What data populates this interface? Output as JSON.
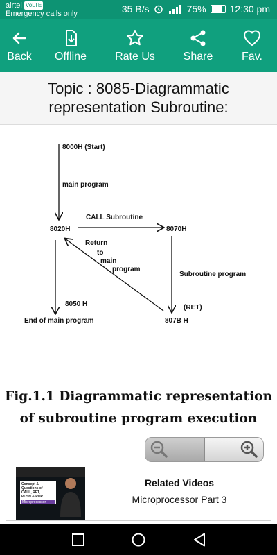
{
  "status": {
    "carrier": "airtel",
    "volte": "VoLTE",
    "emergency": "Emergency calls only",
    "speed": "35 B/s",
    "battery": "75%",
    "time": "12:30 pm"
  },
  "toolbar": {
    "back": "Back",
    "offline": "Offline",
    "rate": "Rate Us",
    "share": "Share",
    "fav": "Fav."
  },
  "topic": {
    "line1": "Topic : 8085-Diagrammatic",
    "line2": "representation  Subroutine:"
  },
  "diagram": {
    "start": "8000H (Start)",
    "main_program": "main program",
    "n8020": "8020H",
    "call": "CALL Subroutine",
    "n8070": "8070H",
    "ret1": "Return",
    "ret2": "to",
    "ret3": "main",
    "ret4": "program",
    "subprog": "Subroutine program",
    "n8050": "8050 H",
    "end": "End of main program",
    "retlbl": "(RET)",
    "n807b": "807B H"
  },
  "caption": {
    "line1": "Fig.1.1 Diagrammatic representation",
    "line2": "of subroutine program execution"
  },
  "ad": {
    "title": "Related Videos",
    "subtitle": "Microprocessor Part 3",
    "thumb_line1": "Concept & Questions of",
    "thumb_line2": "CALL, RET,",
    "thumb_line3": "PUSH & POP",
    "thumb_tag": "Microprocessor"
  },
  "colors": {
    "statusbar": "#0d9373",
    "toolbar": "#10a07e"
  }
}
